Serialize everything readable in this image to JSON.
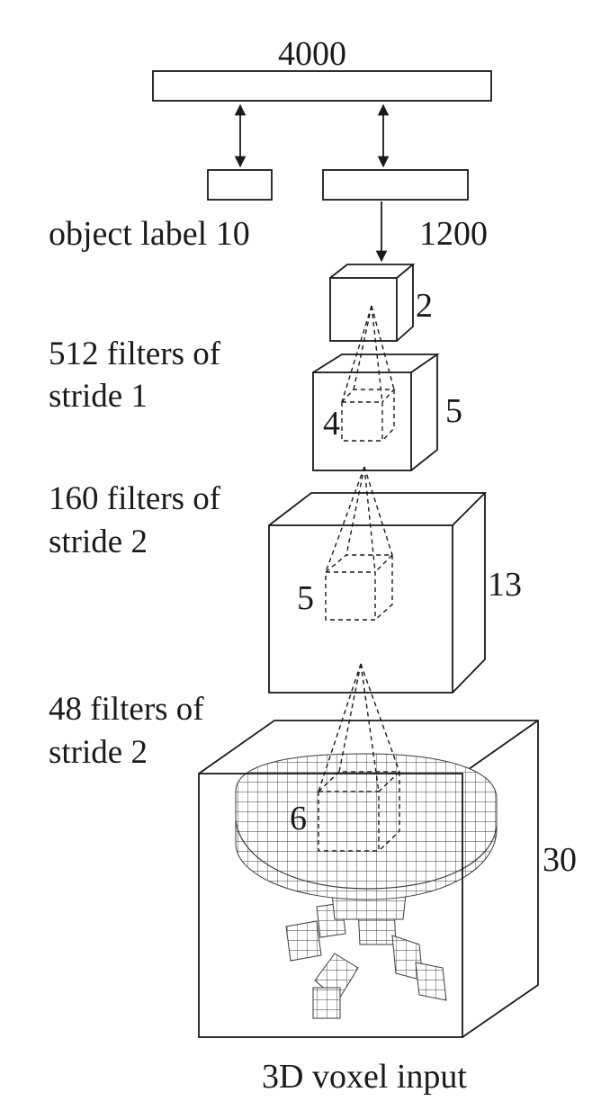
{
  "top_layer": {
    "size_label": "4000"
  },
  "outputs": {
    "object_label": "object label 10",
    "hidden_size": "1200"
  },
  "layers": [
    {
      "filters_label": "512 filters of",
      "stride_label": "stride 1",
      "out_size": "2",
      "kernel_size": "4"
    },
    {
      "filters_label": "160 filters of",
      "stride_label": "stride 2",
      "out_size": "5",
      "kernel_size": "5"
    },
    {
      "filters_label": "48 filters of",
      "stride_label": "stride 2",
      "out_size": "13",
      "kernel_size": "6"
    }
  ],
  "input": {
    "size_label": "30",
    "caption": "3D voxel input"
  }
}
